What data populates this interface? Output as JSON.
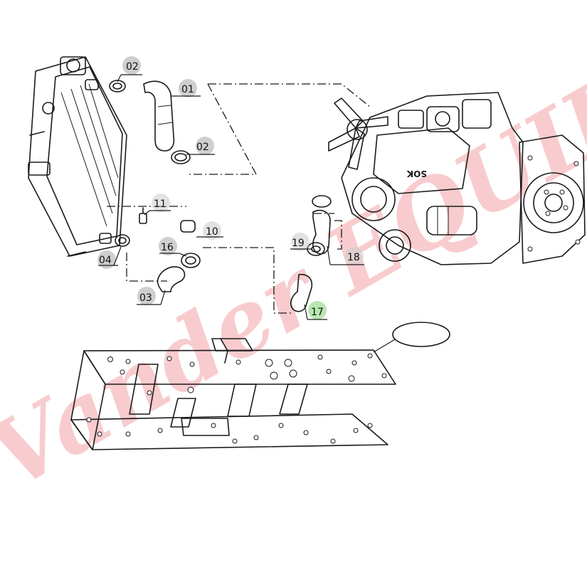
{
  "callouts": {
    "c01": "01",
    "c02a": "02",
    "c02b": "02",
    "c03": "03",
    "c04": "04",
    "c10": "10",
    "c11": "11",
    "c16": "16",
    "c17": "17",
    "c18": "18",
    "c19": "19"
  },
  "engine_mark": "SOK",
  "watermark": "Vander EQUIPMENT",
  "colors": {
    "callout_badge": "#cfcfcf",
    "callout_badge_highlight": "#b8e6b0",
    "watermark": "#e21e26",
    "line": "#1a1a1a"
  }
}
